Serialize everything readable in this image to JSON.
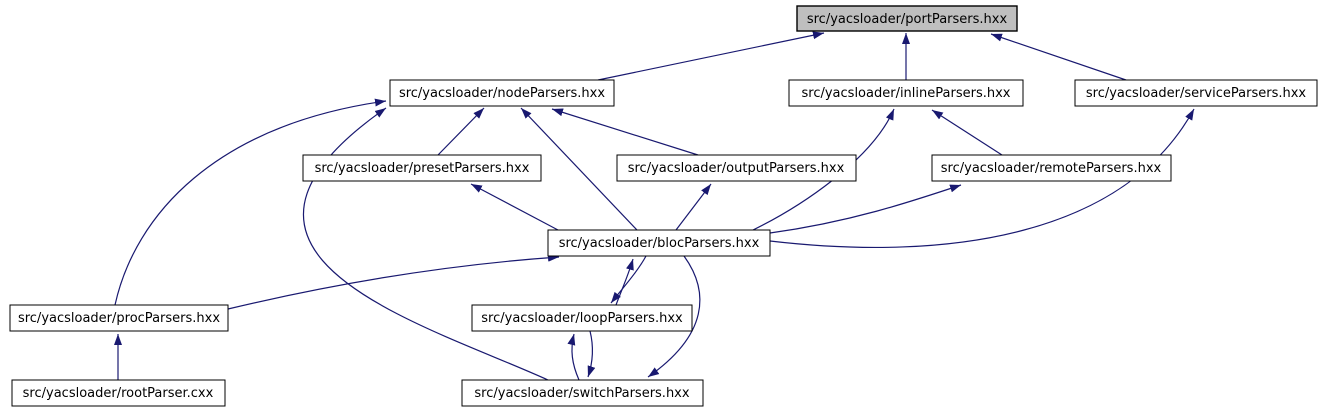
{
  "colors": {
    "edge": "#191970",
    "node_fill": "#ffffff",
    "node_border": "#000000",
    "highlight_fill": "#bfbfbf",
    "background": "#ffffff",
    "label": "#000000"
  },
  "nodes": [
    {
      "id": "portParsers",
      "label": "src/yacsloader/portParsers.hxx",
      "highlighted": true
    },
    {
      "id": "nodeParsers",
      "label": "src/yacsloader/nodeParsers.hxx",
      "highlighted": false
    },
    {
      "id": "inlineParsers",
      "label": "src/yacsloader/inlineParsers.hxx",
      "highlighted": false
    },
    {
      "id": "serviceParsers",
      "label": "src/yacsloader/serviceParsers.hxx",
      "highlighted": false
    },
    {
      "id": "presetParsers",
      "label": "src/yacsloader/presetParsers.hxx",
      "highlighted": false
    },
    {
      "id": "outputParsers",
      "label": "src/yacsloader/outputParsers.hxx",
      "highlighted": false
    },
    {
      "id": "remoteParsers",
      "label": "src/yacsloader/remoteParsers.hxx",
      "highlighted": false
    },
    {
      "id": "blocParsers",
      "label": "src/yacsloader/blocParsers.hxx",
      "highlighted": false
    },
    {
      "id": "procParsers",
      "label": "src/yacsloader/procParsers.hxx",
      "highlighted": false
    },
    {
      "id": "loopParsers",
      "label": "src/yacsloader/loopParsers.hxx",
      "highlighted": false
    },
    {
      "id": "rootParser",
      "label": "src/yacsloader/rootParser.cxx",
      "highlighted": false
    },
    {
      "id": "switchParsers",
      "label": "src/yacsloader/switchParsers.hxx",
      "highlighted": false
    }
  ],
  "edges": [
    {
      "from": "nodeParsers",
      "to": "portParsers"
    },
    {
      "from": "inlineParsers",
      "to": "portParsers"
    },
    {
      "from": "serviceParsers",
      "to": "portParsers"
    },
    {
      "from": "presetParsers",
      "to": "nodeParsers"
    },
    {
      "from": "blocParsers",
      "to": "nodeParsers"
    },
    {
      "from": "outputParsers",
      "to": "nodeParsers"
    },
    {
      "from": "procParsers",
      "to": "nodeParsers"
    },
    {
      "from": "switchParsers",
      "to": "nodeParsers"
    },
    {
      "from": "blocParsers",
      "to": "presetParsers"
    },
    {
      "from": "blocParsers",
      "to": "outputParsers"
    },
    {
      "from": "blocParsers",
      "to": "inlineParsers"
    },
    {
      "from": "remoteParsers",
      "to": "inlineParsers"
    },
    {
      "from": "blocParsers",
      "to": "remoteParsers"
    },
    {
      "from": "blocParsers",
      "to": "serviceParsers"
    },
    {
      "from": "loopParsers",
      "to": "blocParsers"
    },
    {
      "from": "blocParsers",
      "to": "loopParsers"
    },
    {
      "from": "switchParsers",
      "to": "loopParsers"
    },
    {
      "from": "loopParsers",
      "to": "switchParsers"
    },
    {
      "from": "blocParsers",
      "to": "switchParsers"
    },
    {
      "from": "procParsers",
      "to": "blocParsers"
    },
    {
      "from": "rootParser",
      "to": "procParsers"
    }
  ]
}
